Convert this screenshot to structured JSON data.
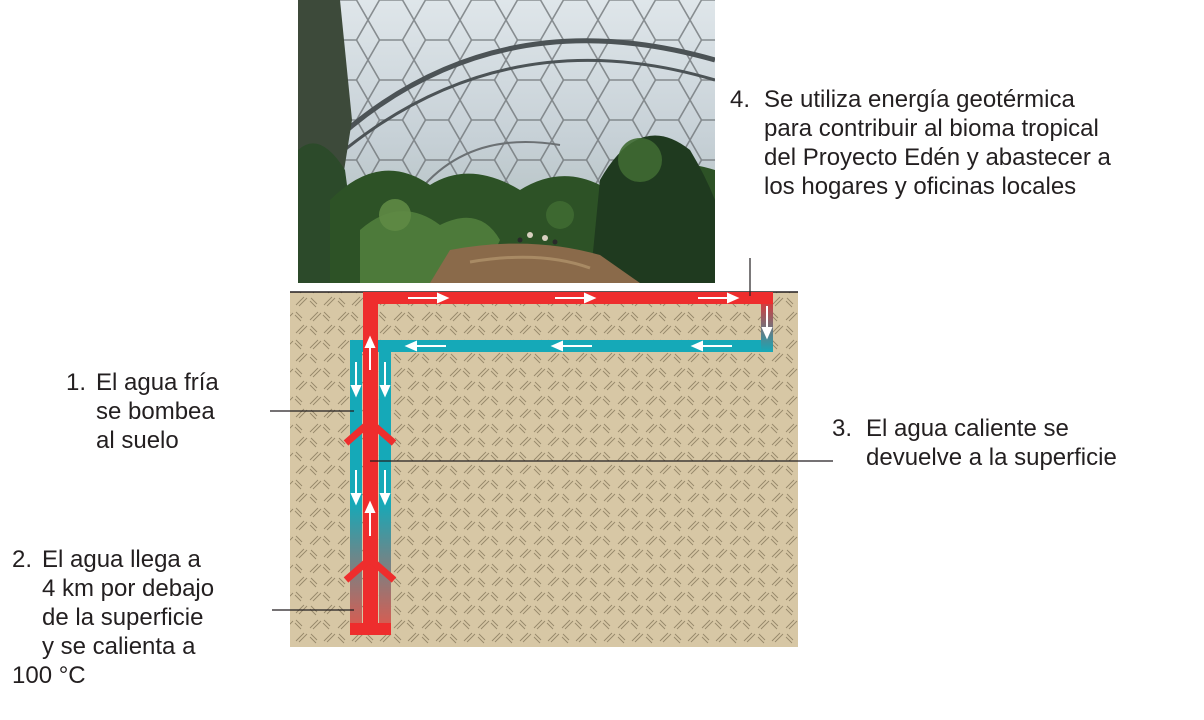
{
  "photo": {
    "subject": "Eden Project tropical biome dome interior",
    "colors": {
      "sky": "#c9d3d8",
      "frame": "#5a5f62",
      "foliage_dark": "#1f3a1f",
      "foliage": "#3f6a32",
      "floor": "#8a6a4a"
    }
  },
  "ground": {
    "color": "#d7c7a5",
    "hatch_color": "#8a7c60"
  },
  "pipes": {
    "hot_color": "#ee2d2d",
    "cold_color": "#15a9b8",
    "arrow_color": "#ffffff"
  },
  "labels": {
    "step1": {
      "number": "1.",
      "lines": [
        "El agua fría",
        "se bombea",
        "al suelo"
      ]
    },
    "step2": {
      "number": "2.",
      "lines": [
        "El agua llega a",
        "4 km por debajo",
        "de la superficie",
        "y se calienta a",
        "100 °C"
      ]
    },
    "step3": {
      "number": "3.",
      "lines": [
        "El agua caliente se",
        "devuelve a la superficie"
      ]
    },
    "step4": {
      "number": "4.",
      "lines": [
        "Se utiliza energía geotérmica",
        "para contribuir al bioma tropical",
        "del Proyecto Edén y abastecer a",
        "los hogares y oficinas locales"
      ]
    }
  }
}
